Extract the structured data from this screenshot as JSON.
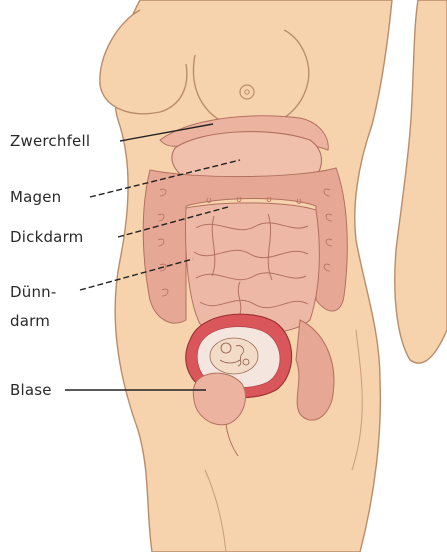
{
  "labels": {
    "diaphragm": "Zwerchfell",
    "stomach": "Magen",
    "large_intestine": "Dickdarm",
    "small_intestine_line1": "Dünn-",
    "small_intestine_line2": "darm",
    "bladder": "Blase"
  },
  "colors": {
    "skin": "#f6d3ad",
    "skin_outline": "#b98d6a",
    "organ": "#ebb3a0",
    "organ_shade": "#d99584",
    "uterus": "#d9575a",
    "uterus_inner": "#f4e6df",
    "fetus": "#f2dcc8",
    "text": "#2a2a2a",
    "leader_line": "#222222"
  }
}
